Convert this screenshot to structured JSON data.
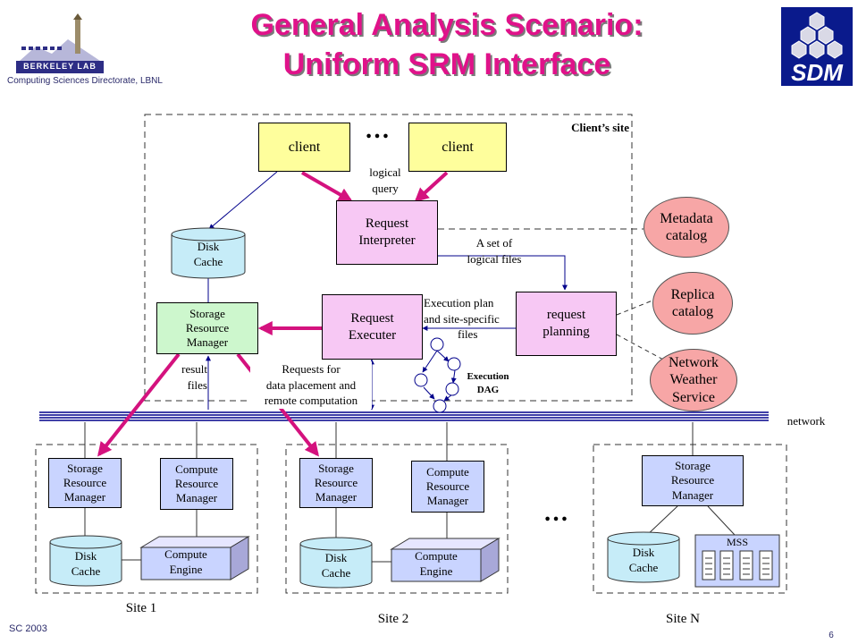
{
  "header": {
    "title_line1": "General Analysis Scenario:",
    "title_line2": "Uniform SRM Interface",
    "logo_left_text": "BERKELEY LAB",
    "org": "Computing Sciences Directorate, LBNL",
    "logo_right_text": "SDM"
  },
  "client_site": {
    "label": "Client’s site",
    "client1": "client",
    "client2": "client",
    "ellipsis": "…",
    "logical_query": [
      "logical",
      "query"
    ],
    "request_interpreter": [
      "Request",
      "Interpreter"
    ],
    "disk_cache": [
      "Disk",
      "Cache"
    ],
    "storage_rm": [
      "Storage",
      "Resource",
      "Manager"
    ],
    "request_executer": [
      "Request",
      "Executer"
    ],
    "request_planning": [
      "request",
      "planning"
    ],
    "set_of_files": [
      "A set of",
      "logical files"
    ],
    "execution_plan": [
      "Execution plan",
      "and site-specific",
      "files"
    ],
    "execution_dag": [
      "Execution",
      "DAG"
    ],
    "result_files": [
      "result",
      "files"
    ],
    "requests_for": [
      "Requests for",
      "data placement and",
      "remote computation"
    ]
  },
  "services": {
    "metadata": [
      "Metadata",
      "catalog"
    ],
    "replica": [
      "Replica",
      "catalog"
    ],
    "nws": [
      "Network",
      "Weather",
      "Service"
    ]
  },
  "network_label": "network",
  "site1": {
    "srm": [
      "Storage",
      "Resource",
      "Manager"
    ],
    "crm": [
      "Compute",
      "Resource",
      "Manager"
    ],
    "disk": [
      "Disk",
      "Cache"
    ],
    "engine": [
      "Compute",
      "Engine"
    ],
    "label": "Site 1"
  },
  "site2": {
    "srm": [
      "Storage",
      "Resource",
      "Manager"
    ],
    "crm": [
      "Compute",
      "Resource",
      "Manager"
    ],
    "disk": [
      "Disk",
      "Cache"
    ],
    "engine": [
      "Compute",
      "Engine"
    ],
    "label": "Site 2"
  },
  "siteN": {
    "srm": [
      "Storage",
      "Resource",
      "Manager"
    ],
    "disk": [
      "Disk",
      "Cache"
    ],
    "mss": "MSS",
    "label": "Site N"
  },
  "sites_ellipsis": "…",
  "footer": {
    "left": "SC 2003",
    "page": "6"
  },
  "colors": {
    "title": "#e0128a",
    "client": "#fefe9c",
    "request": "#f7c8f4",
    "storage_client": "#cdf7cd",
    "site_box": "#c9d4ff",
    "ellipse": "#f7a6a6",
    "magenta_arrow": "#d4127e",
    "blue_arrow": "#00008b"
  }
}
